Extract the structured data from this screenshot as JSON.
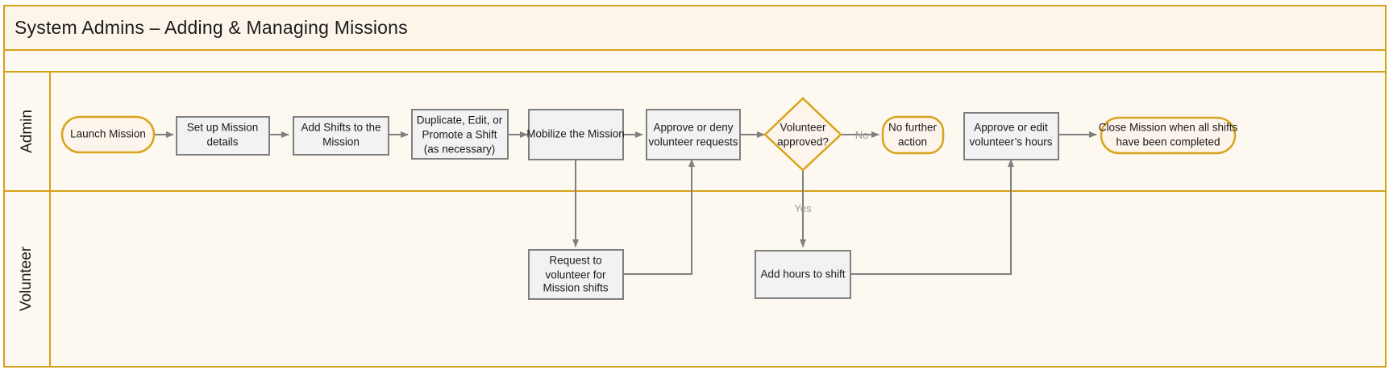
{
  "diagram": {
    "title": "System Admins – Adding & Managing Missions",
    "type": "swimlane-flowchart",
    "colors": {
      "lane_border": "#d5a117",
      "lane_fill": "#fdf8f0",
      "process_fill": "#f2f2f2",
      "process_border": "#7f7f7f",
      "terminator_fill": "#fdf5ec",
      "terminator_border": "#d9a41b",
      "connector": "#808080",
      "edge_label": "#9a9a9a",
      "text": "#1a1a1a"
    },
    "lanes": [
      {
        "id": "admin",
        "label": "Admin"
      },
      {
        "id": "volunteer",
        "label": "Volunteer"
      }
    ],
    "nodes": [
      {
        "id": "n1",
        "lane": "admin",
        "shape": "terminator",
        "label": "Launch Mission"
      },
      {
        "id": "n2",
        "lane": "admin",
        "shape": "process",
        "label": "Set up Mission details"
      },
      {
        "id": "n3",
        "lane": "admin",
        "shape": "process",
        "label": "Add Shifts to the Mission"
      },
      {
        "id": "n4",
        "lane": "admin",
        "shape": "process",
        "label": "Duplicate, Edit, or Promote a Shift (as necessary)"
      },
      {
        "id": "n5",
        "lane": "admin",
        "shape": "process",
        "label": "Mobilize the Mission"
      },
      {
        "id": "n6",
        "lane": "admin",
        "shape": "process",
        "label": "Approve or deny volunteer requests"
      },
      {
        "id": "n7",
        "lane": "admin",
        "shape": "decision",
        "label": "Volunteer approved?"
      },
      {
        "id": "n8",
        "lane": "admin",
        "shape": "terminator",
        "label": "No further action"
      },
      {
        "id": "n9",
        "lane": "admin",
        "shape": "process",
        "label": "Approve or edit volunteer’s hours"
      },
      {
        "id": "n10",
        "lane": "admin",
        "shape": "terminator",
        "label": "Close Mission when all shifts have been completed"
      },
      {
        "id": "n11",
        "lane": "volunteer",
        "shape": "process",
        "label": "Request to volunteer for Mission shifts"
      },
      {
        "id": "n12",
        "lane": "volunteer",
        "shape": "process",
        "label": "Add hours to shift"
      }
    ],
    "node_lines": {
      "n1": [
        "Launch Mission"
      ],
      "n2": [
        "Set up Mission",
        "details"
      ],
      "n3": [
        "Add Shifts to the",
        "Mission"
      ],
      "n4": [
        "Duplicate, Edit, or",
        "Promote a Shift",
        "(as necessary)"
      ],
      "n5": [
        "Mobilize the Mission"
      ],
      "n6": [
        "Approve or deny",
        "volunteer requests"
      ],
      "n7": [
        "Volunteer",
        "approved?"
      ],
      "n8": [
        "No further",
        "action"
      ],
      "n9": [
        "Approve or edit",
        "volunteer’s hours"
      ],
      "n10": [
        "Close Mission when all shifts",
        "have been completed"
      ],
      "n11": [
        "Request to",
        "volunteer for",
        "Mission shifts"
      ],
      "n12": [
        "Add hours to shift"
      ]
    },
    "edges": [
      {
        "from": "n1",
        "to": "n2",
        "label": ""
      },
      {
        "from": "n2",
        "to": "n3",
        "label": ""
      },
      {
        "from": "n3",
        "to": "n4",
        "label": ""
      },
      {
        "from": "n4",
        "to": "n5",
        "label": ""
      },
      {
        "from": "n5",
        "to": "n6",
        "label": ""
      },
      {
        "from": "n6",
        "to": "n7",
        "label": ""
      },
      {
        "from": "n7",
        "to": "n8",
        "label": "No"
      },
      {
        "from": "n5",
        "to": "n11",
        "label": ""
      },
      {
        "from": "n11",
        "to": "n6",
        "label": ""
      },
      {
        "from": "n7",
        "to": "n12",
        "label": "Yes"
      },
      {
        "from": "n12",
        "to": "n9",
        "label": ""
      },
      {
        "from": "n9",
        "to": "n10",
        "label": ""
      }
    ],
    "edge_labels": {
      "no": "No",
      "yes": "Yes"
    }
  }
}
